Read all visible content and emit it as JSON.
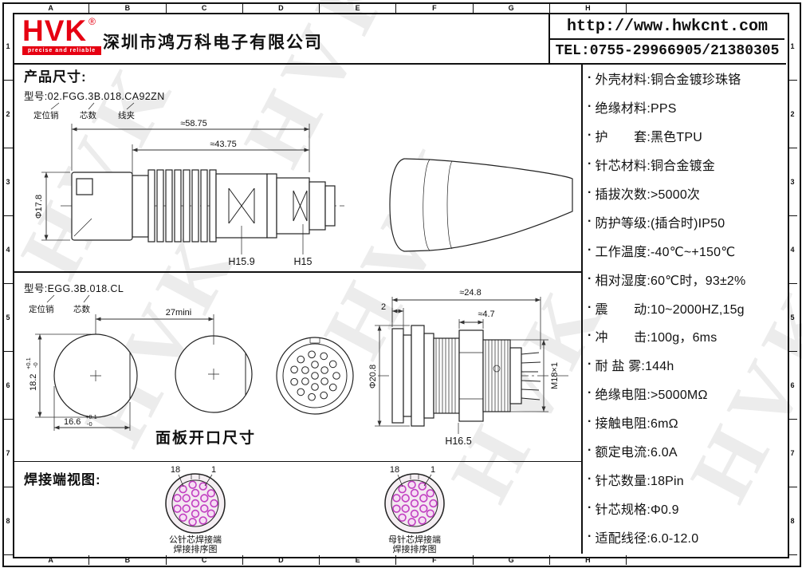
{
  "watermark": "HVK",
  "frame": {
    "top_letters": [
      "A",
      "B",
      "C",
      "D",
      "E",
      "F",
      "G",
      "H"
    ],
    "bottom_letters": [
      "A",
      "B",
      "C",
      "D",
      "E",
      "F",
      "G",
      "H"
    ],
    "left_numbers": [
      "1",
      "2",
      "3",
      "4",
      "5",
      "6",
      "7",
      "8"
    ],
    "right_numbers": [
      "1",
      "2",
      "3",
      "4",
      "5",
      "6",
      "7",
      "8"
    ]
  },
  "header": {
    "logo_text": "HVK",
    "logo_reg": "®",
    "logo_tagline": "precise and reliable",
    "company_name": "深圳市鸿万科电子有限公司",
    "website": "http://www.hwkcnt.com",
    "telephone": "TEL:0755-29966905/21380305"
  },
  "product_section": {
    "title": "产品尺寸:",
    "model": "型号:02.FGG.3B.018.CA92ZN",
    "callout_pin": "定位销",
    "callout_core": "芯数",
    "callout_clamp": "线夹",
    "dim_overall": "≈58.75",
    "dim_partial": "≈43.75",
    "dim_diameter": "Φ17.8",
    "dim_h1": "H15.9",
    "dim_h2": "H15"
  },
  "panel_section": {
    "model": "型号:EGG.3B.018.CL",
    "callout_pin": "定位销",
    "callout_core": "芯数",
    "dim_spacing": "27mini",
    "dim_cutout_height": "18.2",
    "tol_up": "+0.1",
    "tol_down": "-0",
    "dim_cutout_width": "16.6",
    "caption": "面板开口尺寸",
    "dim_total_length": "≈24.8",
    "dim_flange": "2",
    "dim_thread_length": "≈4.7",
    "dim_body_diameter": "Φ20.8",
    "dim_thread_spec": "M18×1",
    "dim_h": "H16.5"
  },
  "solder_section": {
    "title": "焊接端视图:",
    "male": {
      "pin_label_first": "18",
      "pin_label_last": "1",
      "caption_line1": "公针芯焊接端",
      "caption_line2": "焊接排序图"
    },
    "female": {
      "pin_label_first": "18",
      "pin_label_last": "1",
      "caption_line1": "母针芯焊接端",
      "caption_line2": "焊接排序图"
    }
  },
  "specs": {
    "bullet": "·",
    "items": [
      "外壳材料:铜合金镀珍珠铬",
      "绝缘材料:PPS",
      "护　　套:黑色TPU",
      "针芯材料:铜合金镀金",
      "插拔次数:>5000次",
      "防护等级:(插合时)IP50",
      "工作温度:-40℃~+150℃",
      "相对湿度:60℃时，93±2%",
      "震　　动:10~2000HZ,15g",
      "冲　　击:100g，6ms",
      "耐 盐 雾:144h",
      "绝缘电阻:>5000MΩ",
      "接触电阻:6mΩ",
      "额定电流:6.0A",
      "针芯数量:18Pin",
      "针芯规格:Φ0.9",
      "适配线径:6.0-12.0"
    ]
  },
  "colors": {
    "brand_red": "#e60012",
    "pin_highlight": "#c13fc1"
  }
}
